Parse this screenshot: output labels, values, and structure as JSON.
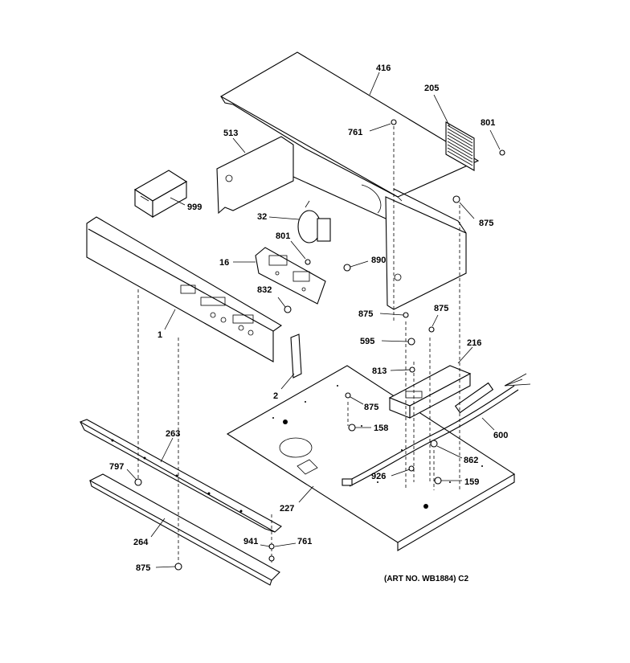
{
  "callouts": [
    "416",
    "205",
    "801",
    "761",
    "513",
    "875",
    "999",
    "32",
    "801",
    "890",
    "16",
    "832",
    "875",
    "875",
    "1",
    "595",
    "216",
    "813",
    "2",
    "875",
    "158",
    "600",
    "263",
    "862",
    "797",
    "926",
    "159",
    "227",
    "264",
    "941",
    "761",
    "875"
  ],
  "art_number": "(ART NO. WB1884) C2"
}
